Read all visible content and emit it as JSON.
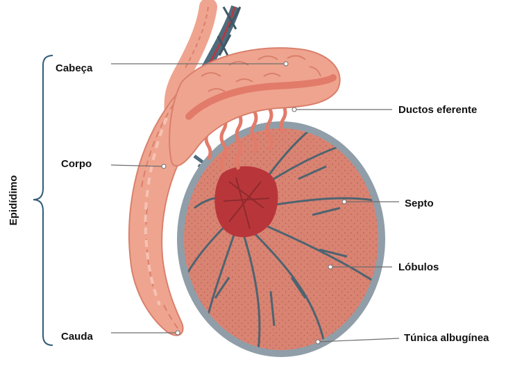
{
  "bracket_label": "Epidídimo",
  "labels": {
    "cabeca": "Cabeça",
    "corpo": "Corpo",
    "cauda": "Cauda",
    "ductos": "Ductos eferente",
    "septo": "Septo",
    "lobulos": "Lóbulos",
    "tunica": "Túnica albugínea"
  },
  "colors": {
    "epididymis": "#efa48f",
    "epididymis_dark": "#d9806c",
    "head_inner": "#e27b6a",
    "lobule_fill": "#d98373",
    "lobule_dots": "#b9604f",
    "tunica": "#8f9ea8",
    "septum": "#4d6470",
    "rete": "#b8363a",
    "vessel_blue": "#4f6c7c",
    "vessel_red": "#b23a44",
    "leader": "#6d6d6d"
  }
}
